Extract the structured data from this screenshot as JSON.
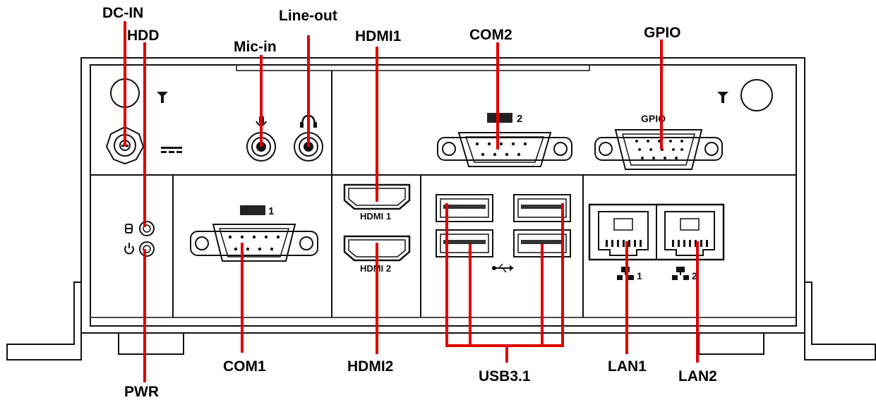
{
  "title": "",
  "colors": {
    "leader": "#e00000",
    "outline": "#111111",
    "background": "#ffffff"
  },
  "callouts": {
    "dc_in": "DC-IN",
    "hdd": "HDD",
    "mic_in": "Mic-in",
    "line_out": "Line-out",
    "hdmi1": "HDMI1",
    "com2": "COM2",
    "gpio": "GPIO",
    "com1": "COM1",
    "hdmi2": "HDMI2",
    "usb": "USB3.1",
    "lan1": "LAN1",
    "lan2": "LAN2",
    "pwr": "PWR"
  },
  "panel_labels": {
    "com2": "2",
    "gpio": "GPIO",
    "com1": "1",
    "hdmi1": "HDMI 1",
    "hdmi2": "HDMI 2",
    "lan1": "1",
    "lan2": "2"
  },
  "icons": {
    "antenna": "antenna-icon",
    "dc_symbol": "dc-symbol-icon",
    "mic": "microphone-icon",
    "headphone": "headphone-icon",
    "hdd_led": "hdd-led-icon",
    "power_led": "power-icon",
    "usb": "usb-icon",
    "lan": "network-icon"
  }
}
